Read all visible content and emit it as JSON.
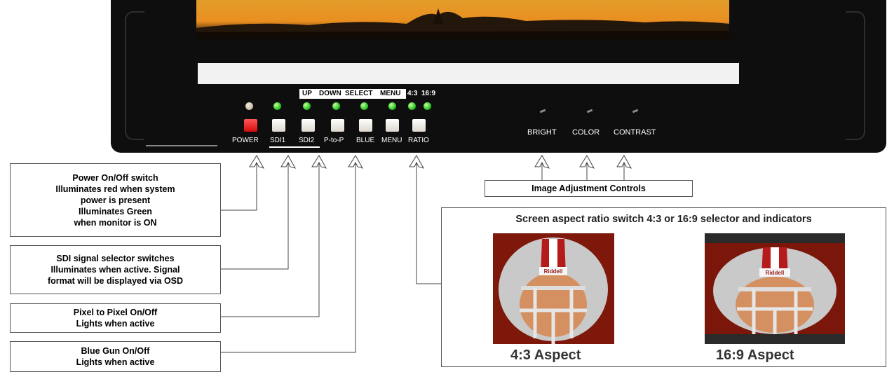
{
  "monitor": {
    "top_labels": [
      "UP",
      "DOWN",
      "SELECT",
      "MENU",
      "4:3",
      "16:9"
    ],
    "buttons": [
      {
        "label": "POWER",
        "led": "off",
        "color": "#e21414"
      },
      {
        "label": "SDI1",
        "led": "green"
      },
      {
        "label": "SDI2",
        "led": "green"
      },
      {
        "label": "P-to-P",
        "led": "green"
      },
      {
        "label": "BLUE",
        "led": "green"
      },
      {
        "label": "MENU",
        "led": "green"
      },
      {
        "label": "RATIO",
        "led": "green"
      }
    ],
    "controls": [
      "BRIGHT",
      "COLOR",
      "CONTRAST"
    ],
    "led_color": "#2fc626"
  },
  "callouts": {
    "power": "Power On/Off switch\nIlluminates red when system\npower is present\nIlluminates Green\nwhen monitor is ON",
    "sdi": "SDI signal selector switches\nIlluminates when active. Signal\nformat will be displayed via OSD",
    "p2p": "Pixel to Pixel  On/Off\nLights when active",
    "blue": "Blue Gun On/Off\nLights when active",
    "image_adjust": "Image Adjustment Controls"
  },
  "aspect": {
    "title": "Screen aspect ratio switch 4:3 or 16:9 selector and indicators",
    "captions": [
      "4:3 Aspect",
      "16:9 Aspect"
    ],
    "helmet_text": "Riddell"
  }
}
